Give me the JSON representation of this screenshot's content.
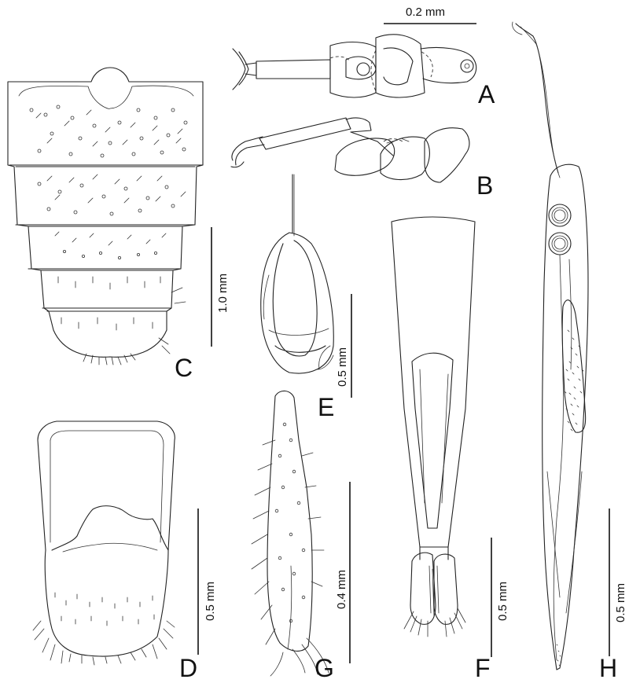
{
  "figure": {
    "panels": [
      {
        "key": "A",
        "label": "A"
      },
      {
        "key": "B",
        "label": "B"
      },
      {
        "key": "C",
        "label": "C"
      },
      {
        "key": "D",
        "label": "D"
      },
      {
        "key": "E",
        "label": "E"
      },
      {
        "key": "F",
        "label": "F"
      },
      {
        "key": "G",
        "label": "G"
      },
      {
        "key": "H",
        "label": "H"
      }
    ],
    "scale_bars": {
      "top": "0.2 mm",
      "C": "1.0 mm",
      "E": "0.5 mm",
      "D": "0.5 mm",
      "G": "0.4 mm",
      "F": "0.5 mm",
      "H": "0.5 mm"
    }
  },
  "style": {
    "ink": "#222222",
    "background": "#ffffff"
  }
}
